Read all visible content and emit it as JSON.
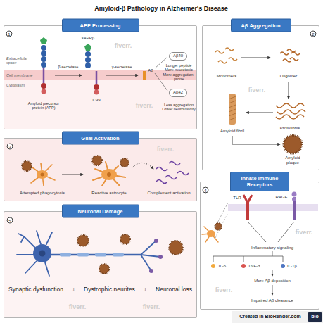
{
  "diagram": {
    "title": "Amyloid-β Pathology in Alzheimer's Disease",
    "nodes": [
      {
        "text": [
          "APP Processing"
        ]
      },
      {
        "text": [
          "Aβ40"
        ],
        "in": 0
      },
      {
        "text": [
          "Aβ42"
        ],
        "in": 0
      },
      {
        "text": [
          "Aβ Aggregation"
        ]
      },
      {
        "text": [
          "Glial Activation"
        ]
      },
      {
        "text": [
          "Innate Immune Receptors"
        ]
      },
      {
        "text": [
          "Neuronal Damage"
        ]
      }
    ],
    "labels": [
      "1",
      "Extracellular space",
      "Cell membrane",
      "Cytoplasm",
      "sAPPβ",
      "β-secretase",
      "γ-secretase",
      "Aβ",
      "Amyloid precursor protein (APP)",
      "C99",
      "Longer peptide More neurotoxic More aggregation-prone",
      "Less aggregation Lower neurotoxicity",
      "2",
      "Monomers",
      "Oligomer",
      "Protofibrils",
      "Amyloid fibril",
      "Amyloid plaque",
      "3",
      "Attempted phagocytosis",
      "Reactive astrocyte",
      "Complement activation",
      "4",
      "TLR",
      "RAGE",
      "Inflammatory signaling",
      "IL-6",
      "TNF-α",
      "IL-1β",
      "More Aβ deposition",
      "Impaired Aβ clearance",
      "5",
      "Synaptic dysfunction",
      "↓",
      "Dystrophic neurites",
      "↓",
      "Neuronal loss",
      "Created in BioRender.com",
      "bio",
      "fiverr.",
      "fiverr.",
      "fiverr.",
      "fiverr.",
      "fiverr.",
      "fiverr.",
      "fiverr.",
      "fiverr."
    ]
  }
}
